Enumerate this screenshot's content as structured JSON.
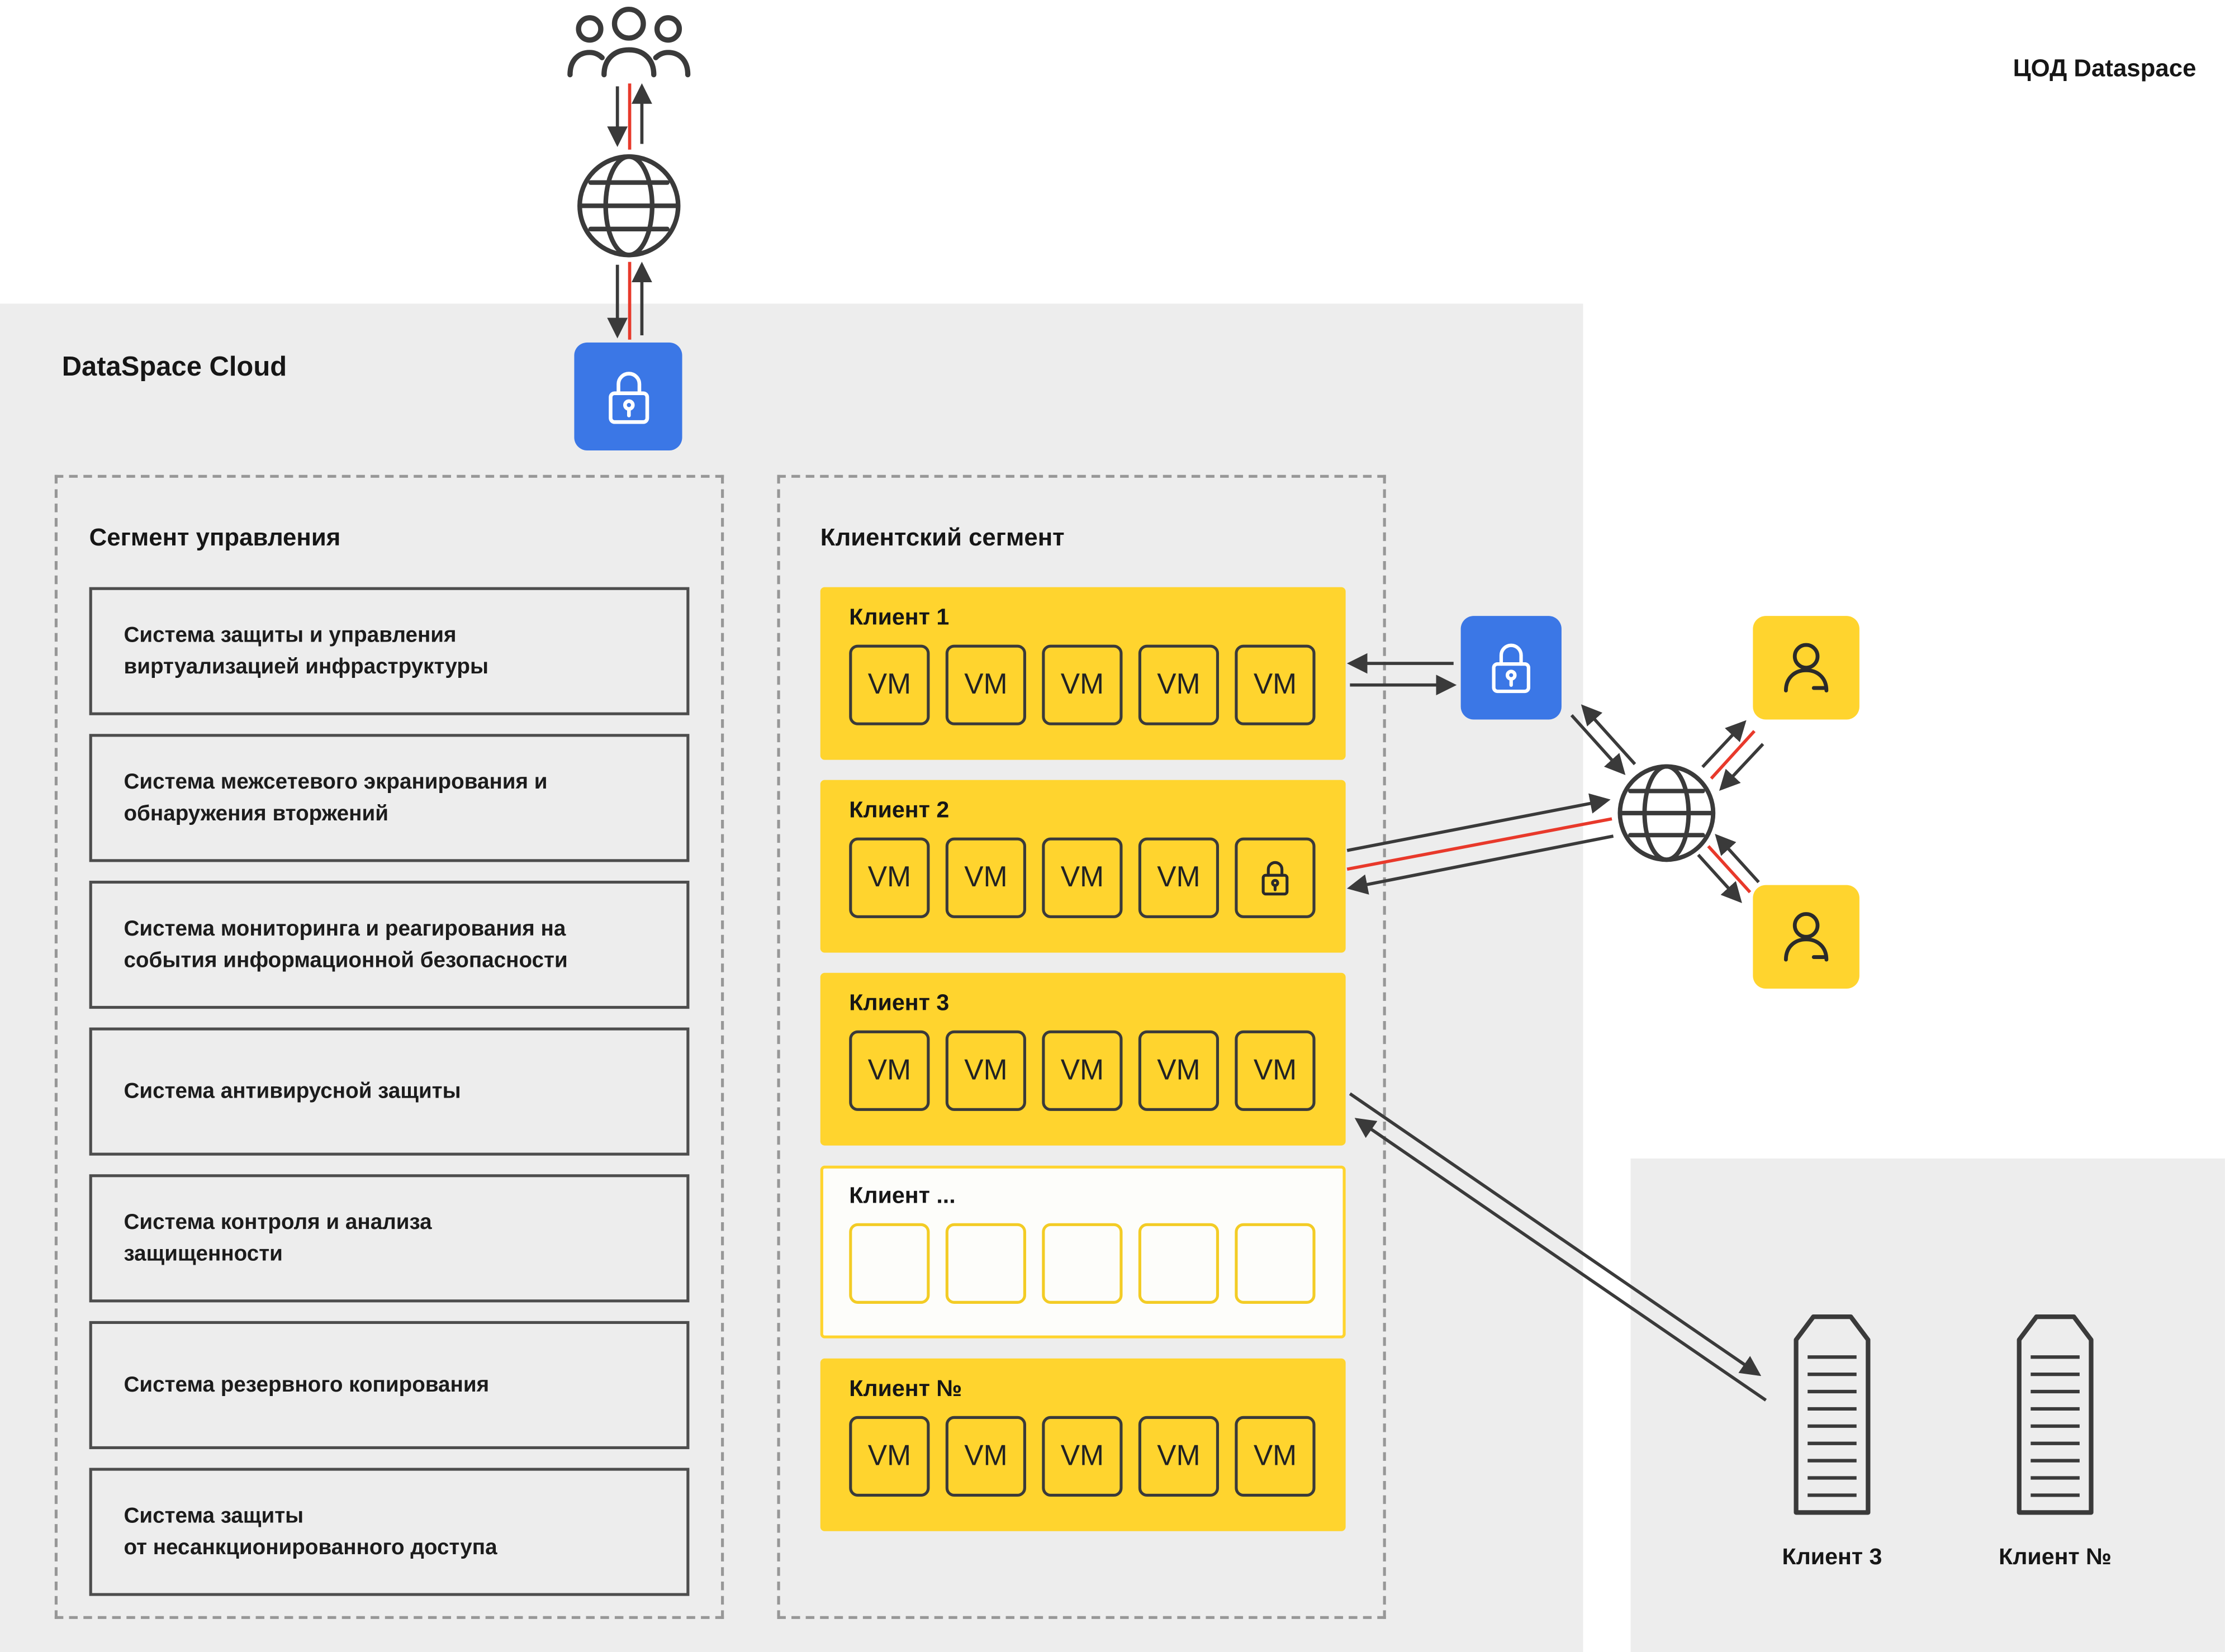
{
  "title": "DataSpace Cloud",
  "colors": {
    "panel_gray": "#EDEDED",
    "accent_yellow": "#FFD42E",
    "accent_blue": "#3B77E6",
    "line_red": "#E8392B",
    "stroke_dark": "#3A3A3A"
  },
  "management_segment": {
    "title": "Сегмент управления",
    "systems": [
      "Система защиты и управления\nвиртуализацией инфраструктуры",
      "Система межсетевого экранирования и\nобнаружения вторжений",
      "Система мониторинга и реагирования на\nсобытия информационной безопасности",
      "Система антивирусной защиты",
      "Система контроля и анализа\nзащищенности",
      "Система резервного копирования",
      "Система защиты\nот несанкционированного доступа"
    ]
  },
  "client_segment": {
    "title": "Клиентский сегмент",
    "clients": [
      {
        "name": "Клиент 1",
        "style": "filled",
        "vms": [
          "VM",
          "VM",
          "VM",
          "VM",
          "VM"
        ]
      },
      {
        "name": "Клиент 2",
        "style": "filled",
        "vms": [
          "VM",
          "VM",
          "VM",
          "VM"
        ],
        "fifth_cell": "lock-icon"
      },
      {
        "name": "Клиент 3",
        "style": "filled",
        "vms": [
          "VM",
          "VM",
          "VM",
          "VM",
          "VM"
        ]
      },
      {
        "name": "Клиент ...",
        "style": "outline",
        "vms": [
          "",
          "",
          "",
          "",
          ""
        ]
      },
      {
        "name": "Клиент №",
        "style": "filled",
        "vms": [
          "VM",
          "VM",
          "VM",
          "VM",
          "VM"
        ]
      }
    ]
  },
  "datacenter": {
    "title": "ЦОД Dataspace",
    "servers": [
      {
        "label": "Клиент 3"
      },
      {
        "label": "Клиент №"
      }
    ]
  },
  "icons": {
    "users_group": "users-group-icon",
    "internet": "globe-icon",
    "secure_channel": "lock-icon",
    "client_user": "person-icon",
    "server": "server-tower-icon"
  }
}
